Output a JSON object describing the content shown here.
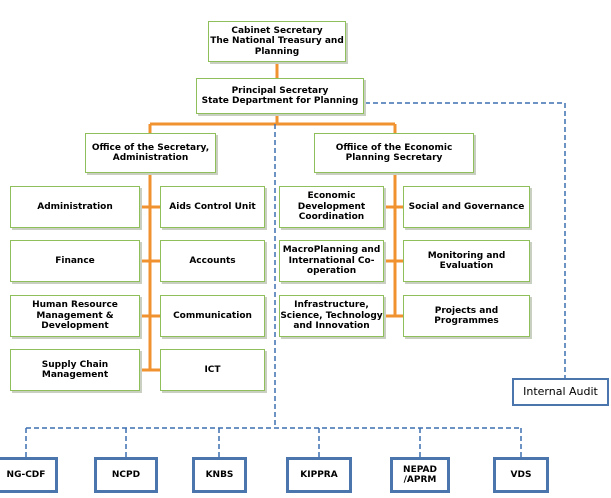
{
  "top": {
    "cabinet_line1": "Cabinet Secretary",
    "cabinet_line2": "The National Treasury and Planning",
    "ps_line1": "Principal Secretary",
    "ps_line2": "State Department for Planning"
  },
  "offices": {
    "admin_office": "Office of the Secretary, Administration",
    "econ_office": "Offiice of the Economic Planning Secretary"
  },
  "admin_units": [
    "Administration",
    "Finance",
    "Human Resource Management & Development",
    "Supply Chain Management"
  ],
  "admin_units_right": [
    "Aids Control Unit",
    "Accounts",
    "Communication",
    "ICT"
  ],
  "econ_units_left": [
    "Economic Development Coordination",
    "MacroPlanning and International Co-operation",
    "Infrastructure, Science, Technology and Innovation"
  ],
  "econ_units_right": [
    "Social and Governance",
    "Monitoring and Evaluation",
    "Projects and Programmes"
  ],
  "internal_audit": "Internal Audit",
  "agencies": [
    "NG-CDF",
    "NCPD",
    "KNBS",
    "KIPPRA",
    "NEPAD /APRM",
    "VDS"
  ],
  "colors": {
    "connector": "#f0922f",
    "dashed": "#3d6fb0",
    "green_border": "#8fbf5a",
    "blue_border": "#4a76ad"
  }
}
